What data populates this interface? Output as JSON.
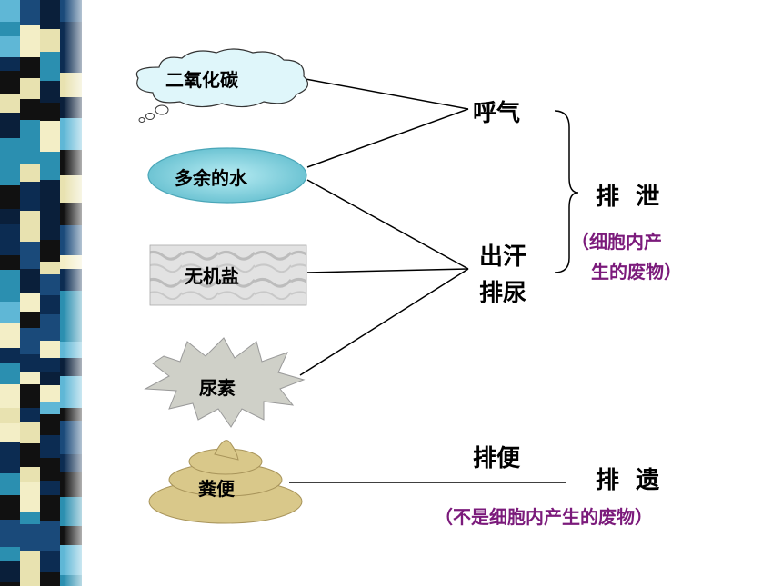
{
  "nodes": {
    "co2": "二氧化碳",
    "water": "多余的水",
    "salt": "无机盐",
    "urea": "尿素",
    "feces": "粪便"
  },
  "processes": {
    "exhale": "呼气",
    "sweat": "出汗",
    "urinate": "排尿",
    "defecate": "排便"
  },
  "categories": {
    "excretion": "排  泄",
    "excretion_note_line1": "（细胞内产",
    "excretion_note_line2": "生的废物）",
    "egestion": "排  遗",
    "egestion_note": "（不是细胞内产生的废物）"
  },
  "colors": {
    "note_purple": "#7b1a7b",
    "cloud_fill": "#dff6fa",
    "water_fill": "#7fd0de",
    "salt_fill": "#d8d8d8",
    "feces_fill": "#d9c88a"
  }
}
